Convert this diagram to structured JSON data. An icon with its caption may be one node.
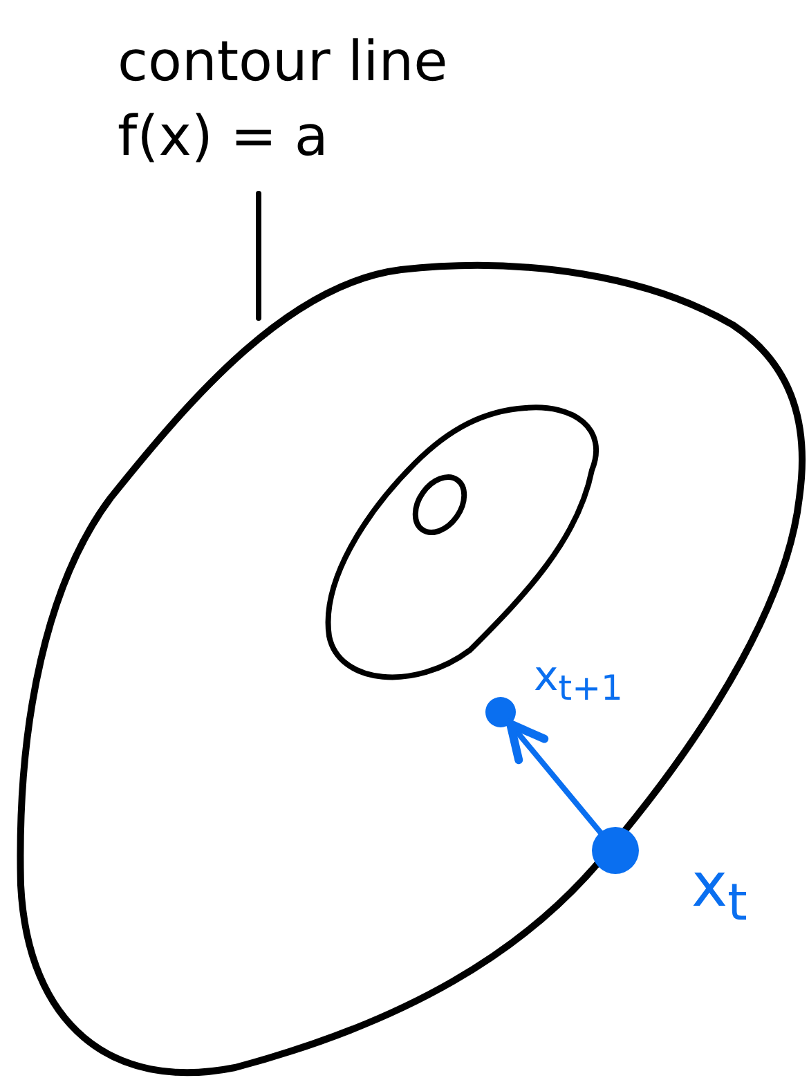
{
  "diagram": {
    "nodes": [
      {
        "text": [
          "contour line f(x) = a"
        ]
      },
      {
        "text": [],
        "shape": "ellipse"
      },
      {
        "text": [],
        "shape": "circle",
        "beside": [
          "x$_{t+1}$"
        ],
        "in": 1
      },
      {
        "text": [],
        "shape": "circle",
        "beside": [
          "x$_{t}$"
        ],
        "in": 1
      }
    ],
    "edges": [
      {
        "from": 0,
        "to": 1,
        "arrow": "none"
      },
      {
        "from": 3,
        "to": 2,
        "arrow": "to",
        "color": "#0a6ff0"
      }
    ]
  }
}
